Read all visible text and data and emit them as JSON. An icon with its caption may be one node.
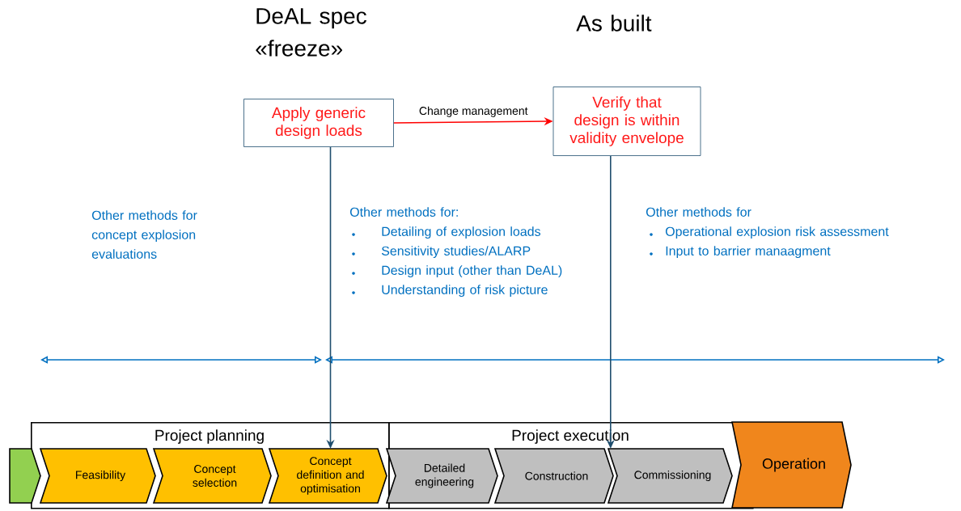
{
  "diagram": {
    "nodes": [
      {
        "text": [
          "Apply generic design loads"
        ]
      },
      {
        "text": [
          "Verify that design is within validity envelope"
        ]
      },
      {
        "text": [
          "Project planning"
        ]
      },
      {
        "text": [
          "Project execution"
        ]
      },
      {
        "text": [],
        "shape": "chevron"
      },
      {
        "text": [
          "Feasibility"
        ],
        "in": 2
      },
      {
        "text": [
          "Concept selection"
        ],
        "in": 2
      },
      {
        "text": [
          "Concept definition and optimisation"
        ],
        "in": 2
      },
      {
        "text": [
          "Detailed engineering"
        ],
        "in": 3
      },
      {
        "text": [
          "Construction"
        ],
        "in": 3
      },
      {
        "text": [
          "Commissioning"
        ],
        "in": 3
      },
      {
        "text": [
          "Operation"
        ]
      }
    ],
    "edges": [
      {
        "from": 0,
        "to": 1,
        "arrow": "to",
        "label": "Change management",
        "color": "#ff0000"
      },
      {
        "from": 0,
        "to": 7,
        "arrow": "to"
      },
      {
        "from": 1,
        "to": 10,
        "arrow": "to"
      }
    ],
    "labels": [
      "DeAL spec «freeze»",
      "As built",
      "Other methods for concept explosion evaluations",
      "Other methods for:",
      "Detailing of explosion loads",
      "Sensitivity studies/ALARP",
      "Design input (other than DeAL)",
      "Understanding of risk picture",
      "Other methods for",
      "Operational explosion risk assessment",
      "Input to barrier manaagment"
    ]
  }
}
